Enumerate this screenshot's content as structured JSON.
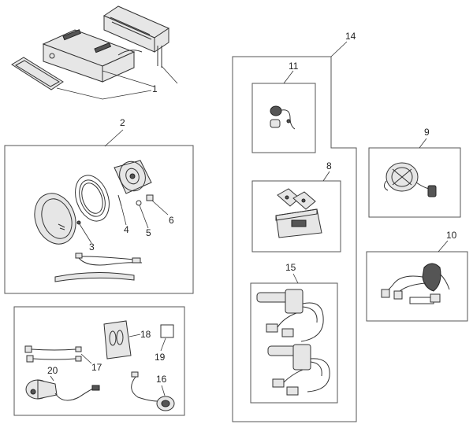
{
  "callouts": {
    "c1": "1",
    "c2": "2",
    "c3": "3",
    "c4": "4",
    "c5": "5",
    "c6": "6",
    "c8": "8",
    "c9": "9",
    "c10": "10",
    "c11": "11",
    "c14": "14",
    "c15": "15",
    "c16": "16",
    "c17": "17",
    "c18": "18",
    "c19": "19",
    "c20": "20"
  }
}
